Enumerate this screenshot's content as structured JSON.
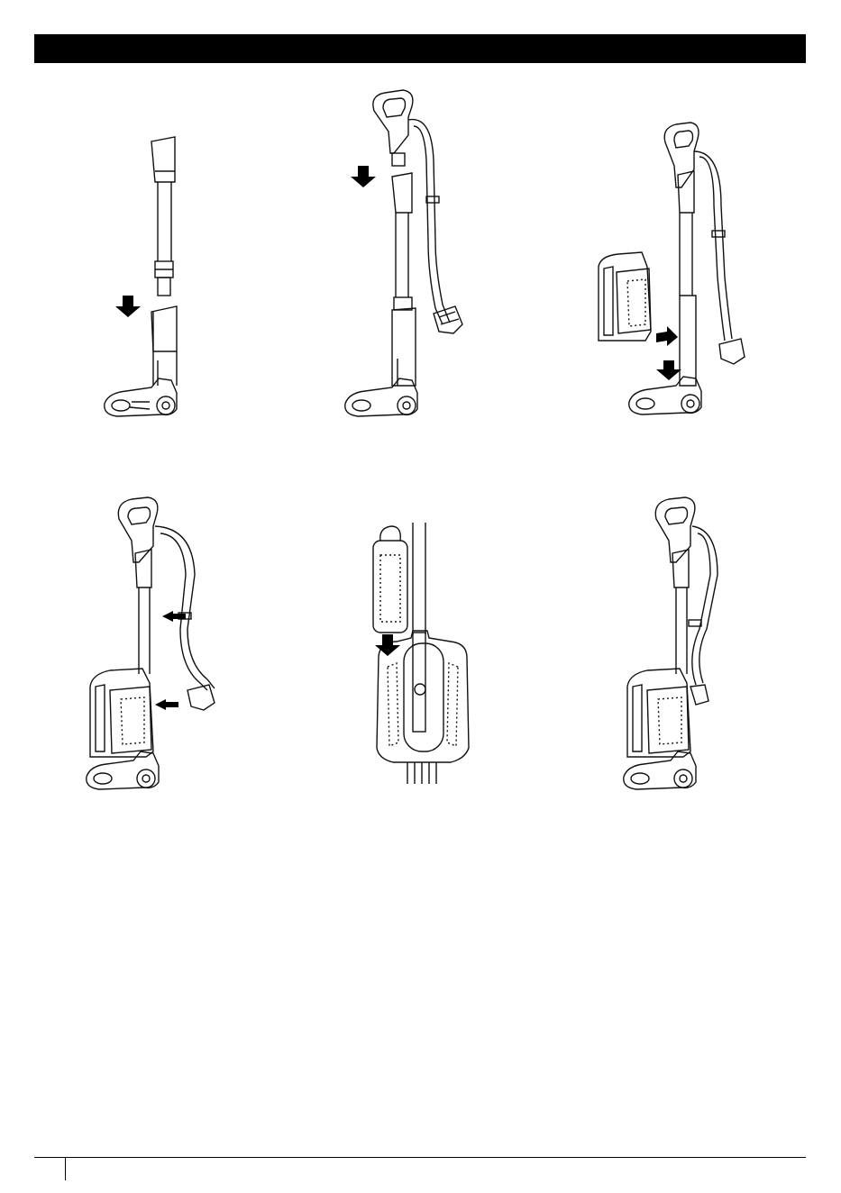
{
  "header": {
    "title": ""
  },
  "footer": {
    "page_number": ""
  },
  "figures": [
    {
      "id": "step-1",
      "icons": [
        "wand-icon",
        "floor-nozzle-icon",
        "down-arrow-icon"
      ]
    },
    {
      "id": "step-2",
      "icons": [
        "handle-icon",
        "hose-icon",
        "wand-icon",
        "floor-nozzle-icon",
        "down-arrow-icon"
      ]
    },
    {
      "id": "step-3",
      "icons": [
        "pod-icon",
        "handle-icon",
        "hose-icon",
        "wand-icon",
        "floor-nozzle-icon",
        "right-arrow-icon",
        "down-arrow-icon"
      ]
    },
    {
      "id": "step-4",
      "icons": [
        "handle-icon",
        "hose-icon",
        "pod-icon",
        "floor-nozzle-icon",
        "left-arrow-icon"
      ]
    },
    {
      "id": "step-5",
      "icons": [
        "filter-icon",
        "pod-icon",
        "down-arrow-icon"
      ]
    },
    {
      "id": "step-6",
      "icons": [
        "handle-icon",
        "hose-icon",
        "pod-icon",
        "floor-nozzle-icon"
      ]
    }
  ]
}
